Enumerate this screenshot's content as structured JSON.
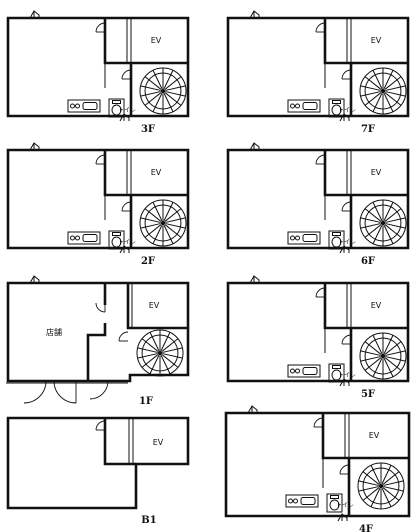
{
  "labels": {
    "ev": "EV",
    "toilet": "トイレ",
    "shop": "店舗"
  },
  "floors": [
    {
      "id": "3f",
      "label": "3F"
    },
    {
      "id": "7f",
      "label": "7F"
    },
    {
      "id": "2f",
      "label": "2F"
    },
    {
      "id": "6f",
      "label": "6F"
    },
    {
      "id": "1f",
      "label": "1F"
    },
    {
      "id": "5f",
      "label": "5F"
    },
    {
      "id": "b1",
      "label": "B1"
    },
    {
      "id": "4f",
      "label": "4F"
    }
  ],
  "colors": {
    "line": "#111111",
    "background": "#ffffff"
  }
}
